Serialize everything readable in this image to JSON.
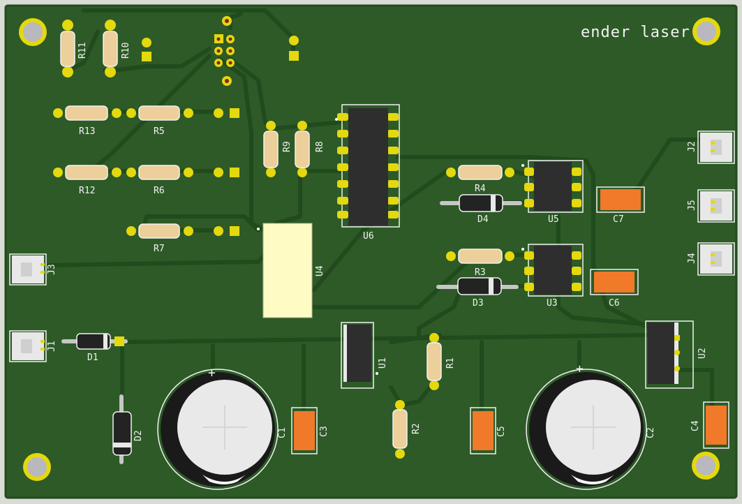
{
  "board": {
    "title": "ender laser",
    "colors": {
      "background": "#dadcd6",
      "board": "#2d5a27",
      "board_edge": "#244a1f",
      "trace": "#214a1d",
      "pad": "#e4d80e",
      "hole": "#b8b8b8",
      "silkscreen": "#f2f2f2",
      "ic_body": "#2e2e2e",
      "resistor_body": "#eccf9a",
      "capacitor_smd": "#f07a2a",
      "module": "#fffbc4",
      "connector": "#e8e8e8"
    }
  },
  "components": {
    "resistors": [
      "R1",
      "R2",
      "R3",
      "R4",
      "R5",
      "R6",
      "R7",
      "R8",
      "R9",
      "R10",
      "R11",
      "R12",
      "R13"
    ],
    "diodes": [
      "D1",
      "D2",
      "D3",
      "D4"
    ],
    "capacitors": [
      "C1",
      "C2",
      "C3",
      "C4",
      "C5",
      "C6",
      "C7"
    ],
    "ics": [
      "U1",
      "U2",
      "U3",
      "U4",
      "U5",
      "U6"
    ],
    "connectors": [
      "J1",
      "J2",
      "J3",
      "J4",
      "J5"
    ]
  }
}
